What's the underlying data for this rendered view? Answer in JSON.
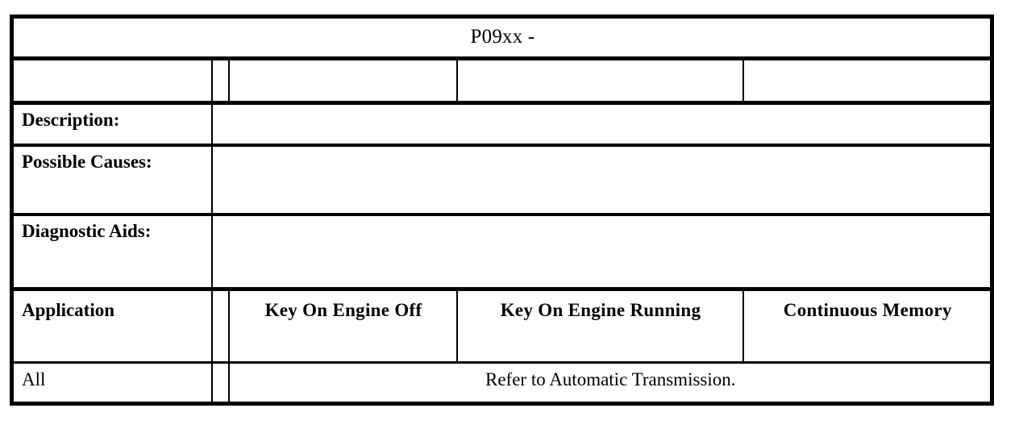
{
  "document": {
    "kind": "diagnostic-trouble-code-table",
    "title": "P09xx -"
  },
  "table": {
    "title_row": {
      "text": "P09xx -"
    },
    "column_header_row": {
      "cells": [
        "",
        "",
        "",
        "",
        ""
      ]
    },
    "label_rows": [
      {
        "label": "Description:",
        "value": ""
      },
      {
        "label": "Possible Causes:",
        "value": ""
      },
      {
        "label": "Diagnostic Aids:",
        "value": ""
      }
    ],
    "application_header": {
      "application_label": "Application",
      "spacer": "",
      "columns": [
        "Key On Engine Off",
        "Key On Engine Running",
        "Continuous Memory"
      ]
    },
    "data_rows": [
      {
        "application": "All",
        "spacer": "",
        "result": "Refer to Automatic Transmission."
      }
    ]
  },
  "style": {
    "border_color": "#000000",
    "background_color": "#ffffff",
    "text_color": "#000000"
  }
}
